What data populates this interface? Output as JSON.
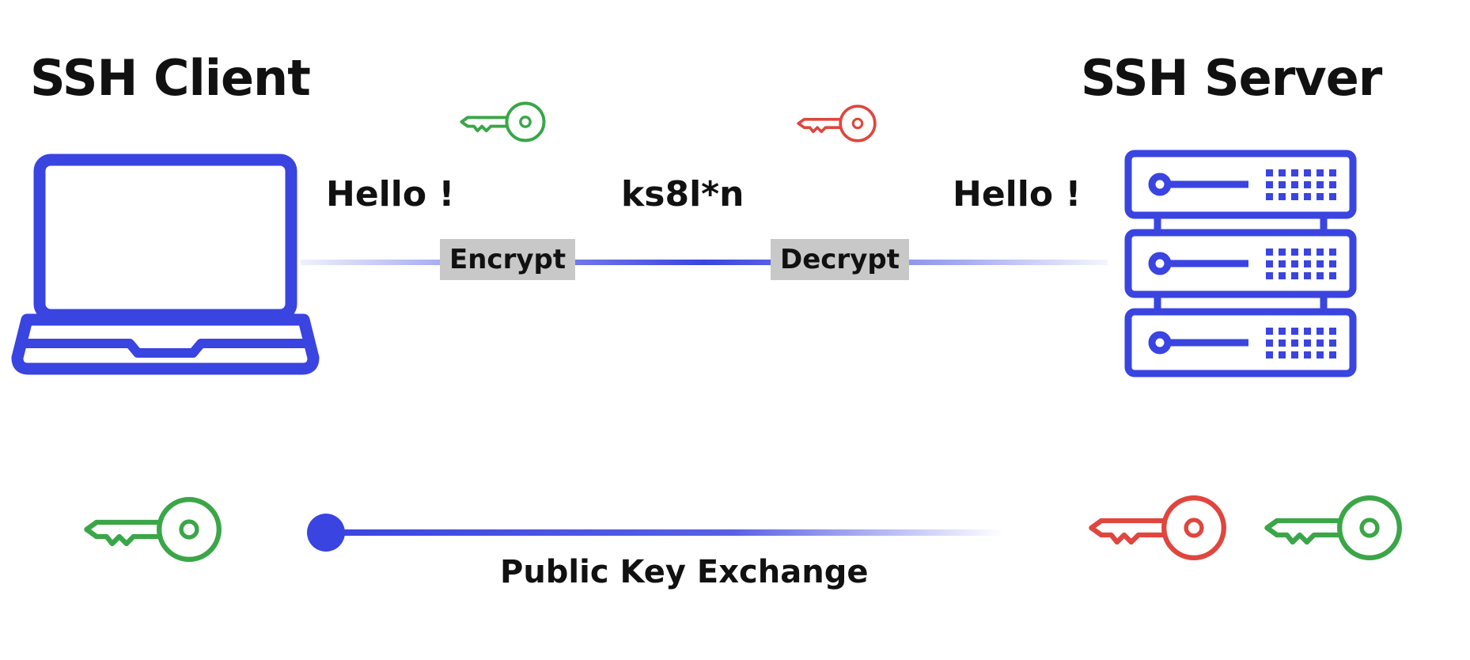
{
  "client": {
    "title": "SSH Client"
  },
  "server": {
    "title": "SSH Server"
  },
  "messages": {
    "plaintext_client": "Hello !",
    "ciphertext": "ks8l*n",
    "plaintext_server": "Hello !"
  },
  "operations": {
    "encrypt": "Encrypt",
    "decrypt": "Decrypt"
  },
  "exchange": {
    "caption": "Public Key Exchange"
  },
  "icons": {
    "client_device": "laptop-icon",
    "server_device": "server-rack-icon",
    "encrypt_key": "green-key-icon",
    "decrypt_key": "red-key-icon",
    "client_key": "green-key-icon",
    "server_private_key": "red-key-icon",
    "server_public_key": "green-key-icon"
  },
  "colors": {
    "accent": "#3a44e0",
    "public_key": "#3aa648",
    "private_key": "#e0463e",
    "tag_background": "#c8c8c8"
  }
}
